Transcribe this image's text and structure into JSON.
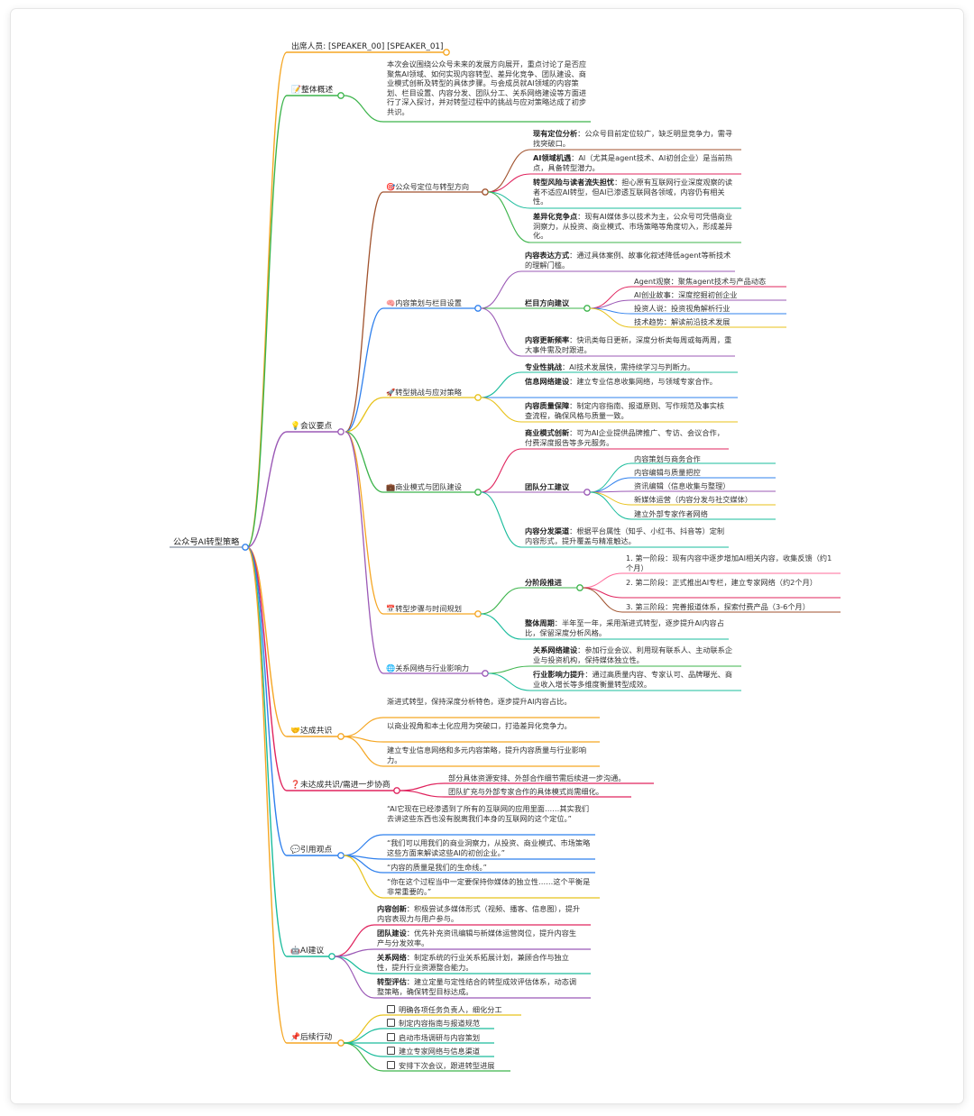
{
  "center": "公众号AI转型策略",
  "attendees": "出席人员: [SPEAKER_00] [SPEAKER_01]",
  "overview": {
    "icon": "📝",
    "label": "整体概述",
    "text": "本次会议围绕公众号未来的发展方向展开，重点讨论了是否应聚焦AI领域、如何实现内容转型、差异化竞争、团队建设、商业模式创新及转型的具体步骤。与会成员就AI领域的内容策划、栏目设置、内容分发、团队分工、关系网络建设等方面进行了深入探讨，并对转型过程中的挑战与应对策略达成了初步共识。"
  },
  "key_points": {
    "icon": "💡",
    "label": "会议要点",
    "positioning": {
      "icon": "🎯",
      "label": "公众号定位与转型方向",
      "items": [
        {
          "head": "现有定位分析",
          "text": "：公众号目前定位较广，缺乏明显竞争力，需寻找突破口。"
        },
        {
          "head": "AI领域机遇",
          "text": "：AI（尤其是agent技术、AI初创企业）是当前热点，具备转型潜力。"
        },
        {
          "head": "转型风险与读者流失担忧",
          "text": "：担心原有互联网行业深度观察的读者不适应AI转型，但AI已渗透互联网各领域，内容仍有相关性。"
        },
        {
          "head": "差异化竞争点",
          "text": "：现有AI媒体多以技术为主，公众号可凭借商业洞察力，从投资、商业模式、市场策略等角度切入，形成差异化。"
        }
      ]
    },
    "content": {
      "icon": "🧠",
      "label": "内容策划与栏目设置",
      "expression": {
        "head": "内容表达方式",
        "text": "：通过具体案例、故事化叙述降低agent等新技术的理解门槛。"
      },
      "columns_head": "栏目方向建议",
      "columns": [
        "Agent观察：聚焦agent技术与产品动态",
        "AI创业故事：深度挖掘初创企业",
        "投资人说：投资视角解析行业",
        "技术趋势：解读前沿技术发展"
      ],
      "frequency": {
        "head": "内容更新频率",
        "text": "：快讯类每日更新，深度分析类每周或每两周，重大事件需及时跟进。"
      }
    },
    "challenges": {
      "icon": "🚀",
      "label": "转型挑战与应对策略",
      "items": [
        {
          "head": "专业性挑战",
          "text": "：AI技术发展快，需持续学习与判断力。"
        },
        {
          "head": "信息网络建设",
          "text": "：建立专业信息收集网络，与领域专家合作。"
        },
        {
          "head": "内容质量保障",
          "text": "：制定内容指南、报道原则、写作规范及事实核查流程，确保风格与质量一致。"
        }
      ]
    },
    "business": {
      "icon": "💼",
      "label": "商业模式与团队建设",
      "model": {
        "head": "商业模式创新",
        "text": "：可为AI企业提供品牌推广、专访、会议合作，付费深度报告等多元服务。"
      },
      "team_head": "团队分工建议",
      "team": [
        "内容策划与商务合作",
        "内容编辑与质量把控",
        "资讯编辑（信息收集与整理）",
        "新媒体运营（内容分发与社交媒体）",
        "建立外部专家作者网络"
      ],
      "channels": {
        "head": "内容分发渠道",
        "text": "：根据平台属性（知乎、小红书、抖音等）定制内容形式，提升覆盖与精准触达。"
      }
    },
    "steps": {
      "icon": "📅",
      "label": "转型步骤与时间规划",
      "phases_head": "分阶段推进",
      "phases": [
        "1. 第一阶段：现有内容中逐步增加AI相关内容，收集反馈（约1个月）",
        "2. 第二阶段：正式推出AI专栏，建立专家网络（约2个月）",
        "3. 第三阶段：完善报道体系，探索付费产品（3-6个月）"
      ],
      "period": {
        "head": "整体周期",
        "text": "：半年至一年，采用渐进式转型，逐步提升AI内容占比，保留深度分析风格。"
      }
    },
    "network": {
      "icon": "🌐",
      "label": "关系网络与行业影响力",
      "items": [
        {
          "head": "关系网络建设",
          "text": "：参加行业会议、利用现有联系人、主动联系企业与投资机构，保持媒体独立性。"
        },
        {
          "head": "行业影响力提升",
          "text": "：通过高质量内容、专家认可、品牌曝光、商业收入增长等多维度衡量转型成效。"
        }
      ]
    }
  },
  "consensus": {
    "icon": "🤝",
    "label": "达成共识",
    "items": [
      "渐进式转型，保持深度分析特色，逐步提升AI内容占比。",
      "以商业视角和本土化应用为突破口，打造差异化竞争力。",
      "建立专业信息网络和多元内容策略，提升内容质量与行业影响力。"
    ]
  },
  "pending": {
    "icon": "❓",
    "label": "未达成共识/需进一步协商",
    "items": [
      "部分具体资源安排、外部合作细节需后续进一步沟通。",
      "团队扩充与外部专家合作的具体模式尚需细化。"
    ]
  },
  "quotes": {
    "icon": "💬",
    "label": "引用观点",
    "items": [
      "“AI它现在已经渗透到了所有的互联网的应用里面……其实我们去讲这些东西也没有脱离我们本身的互联网的这个定位。”",
      "“我们可以用我们的商业洞察力，从投资、商业模式、市场策略这些方面来解读这些AI的初创企业。”",
      "“内容的质量是我们的生命线。”",
      "“你在这个过程当中一定要保持你媒体的独立性……这个平衡是非常重要的。”"
    ]
  },
  "ai_advice": {
    "icon": "🤖",
    "label": "AI建议",
    "items": [
      {
        "head": "内容创新",
        "text": "：积极尝试多媒体形式（视频、播客、信息图），提升内容表现力与用户参与。"
      },
      {
        "head": "团队建设",
        "text": "：优先补充资讯编辑与新媒体运营岗位，提升内容生产与分发效率。"
      },
      {
        "head": "关系网络",
        "text": "：制定系统的行业关系拓展计划，兼顾合作与独立性，提升行业资源整合能力。"
      },
      {
        "head": "转型评估",
        "text": "：建立定量与定性结合的转型成效评估体系，动态调整策略，确保转型目标达成。"
      }
    ]
  },
  "followup": {
    "icon": "📌",
    "label": "后续行动",
    "items": [
      "明确各项任务负责人，细化分工",
      "制定内容指南与报道规范",
      "启动市场调研与内容策划",
      "建立专家网络与信息渠道",
      "安排下次会议，跟进转型进展"
    ]
  },
  "colors": {
    "orange": "#f5a623",
    "green": "#3cb44b",
    "purple": "#9b59b6",
    "red": "#e0245e",
    "blue": "#2f80ed",
    "teal": "#1abc9c",
    "yellow": "#e8c21a",
    "pink": "#ff6b9a",
    "brown": "#a0522d",
    "gray": "#9aa4b1"
  }
}
